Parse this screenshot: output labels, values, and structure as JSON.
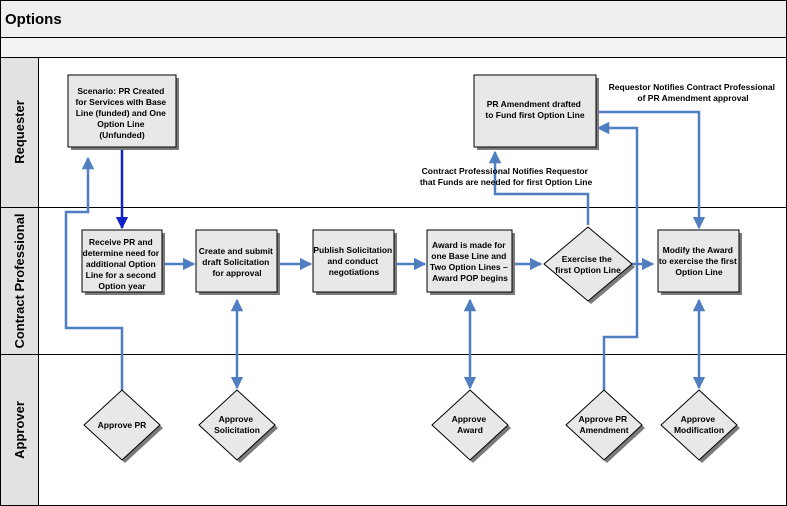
{
  "title": "Options",
  "lanes": {
    "requester": "Requester",
    "contract_professional": "Contract Professional",
    "approver": "Approver"
  },
  "nodes": {
    "scenario": [
      "Scenario:  PR Created",
      "for Services with Base",
      "Line (funded) and One",
      "Option Line",
      "(Unfunded)"
    ],
    "pr_amendment": [
      "PR Amendment drafted",
      "to Fund first Option Line"
    ],
    "receive_pr": [
      "Receive PR and",
      "determine need for",
      "additional Option",
      "Line for a second",
      "Option year"
    ],
    "create_solicitation": [
      "Create and submit",
      "draft Solicitation",
      "for approval"
    ],
    "publish_solicitation": [
      "Publish Solicitation",
      "and conduct",
      "negotiations"
    ],
    "award": [
      "Award is made for",
      "one Base Line and",
      "Two Option Lines –",
      "Award POP begins"
    ],
    "exercise_option": [
      "Exercise the",
      "first Option Line"
    ],
    "modify_award": [
      "Modify the Award",
      "to exercise the first",
      "Option Line"
    ],
    "approve_pr": [
      "Approve PR"
    ],
    "approve_solicitation": [
      "Approve",
      "Solicitation"
    ],
    "approve_award": [
      "Approve",
      "Award"
    ],
    "approve_pr_amendment": [
      "Approve PR",
      "Amendment"
    ],
    "approve_modification": [
      "Approve",
      "Modification"
    ]
  },
  "annotations": {
    "notify_requestor": [
      "Contract Professional Notifies Requestor",
      "that Funds are needed for first Option Line"
    ],
    "notify_cp": [
      "Requestor Notifies Contract Professional",
      "of PR Amendment approval"
    ]
  },
  "colors": {
    "box_fill": "#e8e8e8",
    "lane_label_fill": "#e2e2e2",
    "header_fill": "#efefef",
    "arrow": "#4f7fc0",
    "arrow_dark": "#0f23c8",
    "border": "#000000",
    "shadow": "#7a7a7a"
  }
}
